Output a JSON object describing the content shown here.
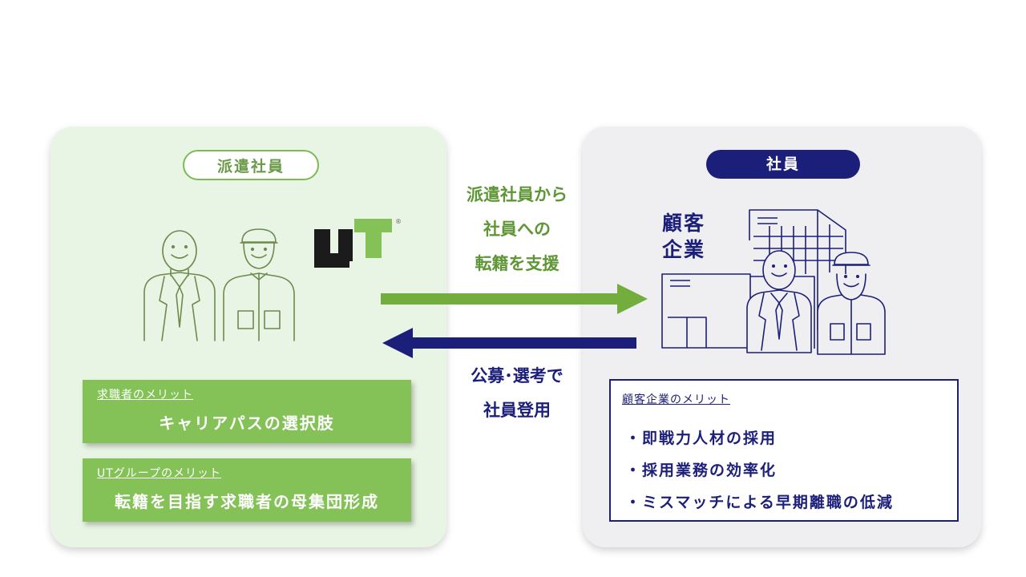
{
  "left": {
    "label": "派遣社員",
    "merits": [
      {
        "title": "求職者のメリット",
        "body": "キャリアパスの選択肢"
      },
      {
        "title": "UTグループのメリット",
        "body": "転籍を目指す求職者の母集団形成"
      }
    ],
    "logo_text": "UT",
    "logo_mark": "®"
  },
  "right": {
    "label": "社員",
    "company_line1": "顧客",
    "company_line2": "企業",
    "merit_title": "顧客企業のメリット",
    "merit_items": [
      "・即戦力人材の採用",
      "・採用業務の効率化",
      "・ミスマッチによる早期離職の低減"
    ]
  },
  "arrows": {
    "top_text": [
      "派遣社員から",
      "社員への",
      "転籍を支援"
    ],
    "bottom_text": [
      "公募･選考で",
      "社員登用"
    ]
  },
  "colors": {
    "green": "#84c156",
    "green_dark": "#5e9636",
    "navy": "#1c1f7a",
    "left_bg": "#e9f5e4",
    "right_bg": "#efeff1"
  }
}
